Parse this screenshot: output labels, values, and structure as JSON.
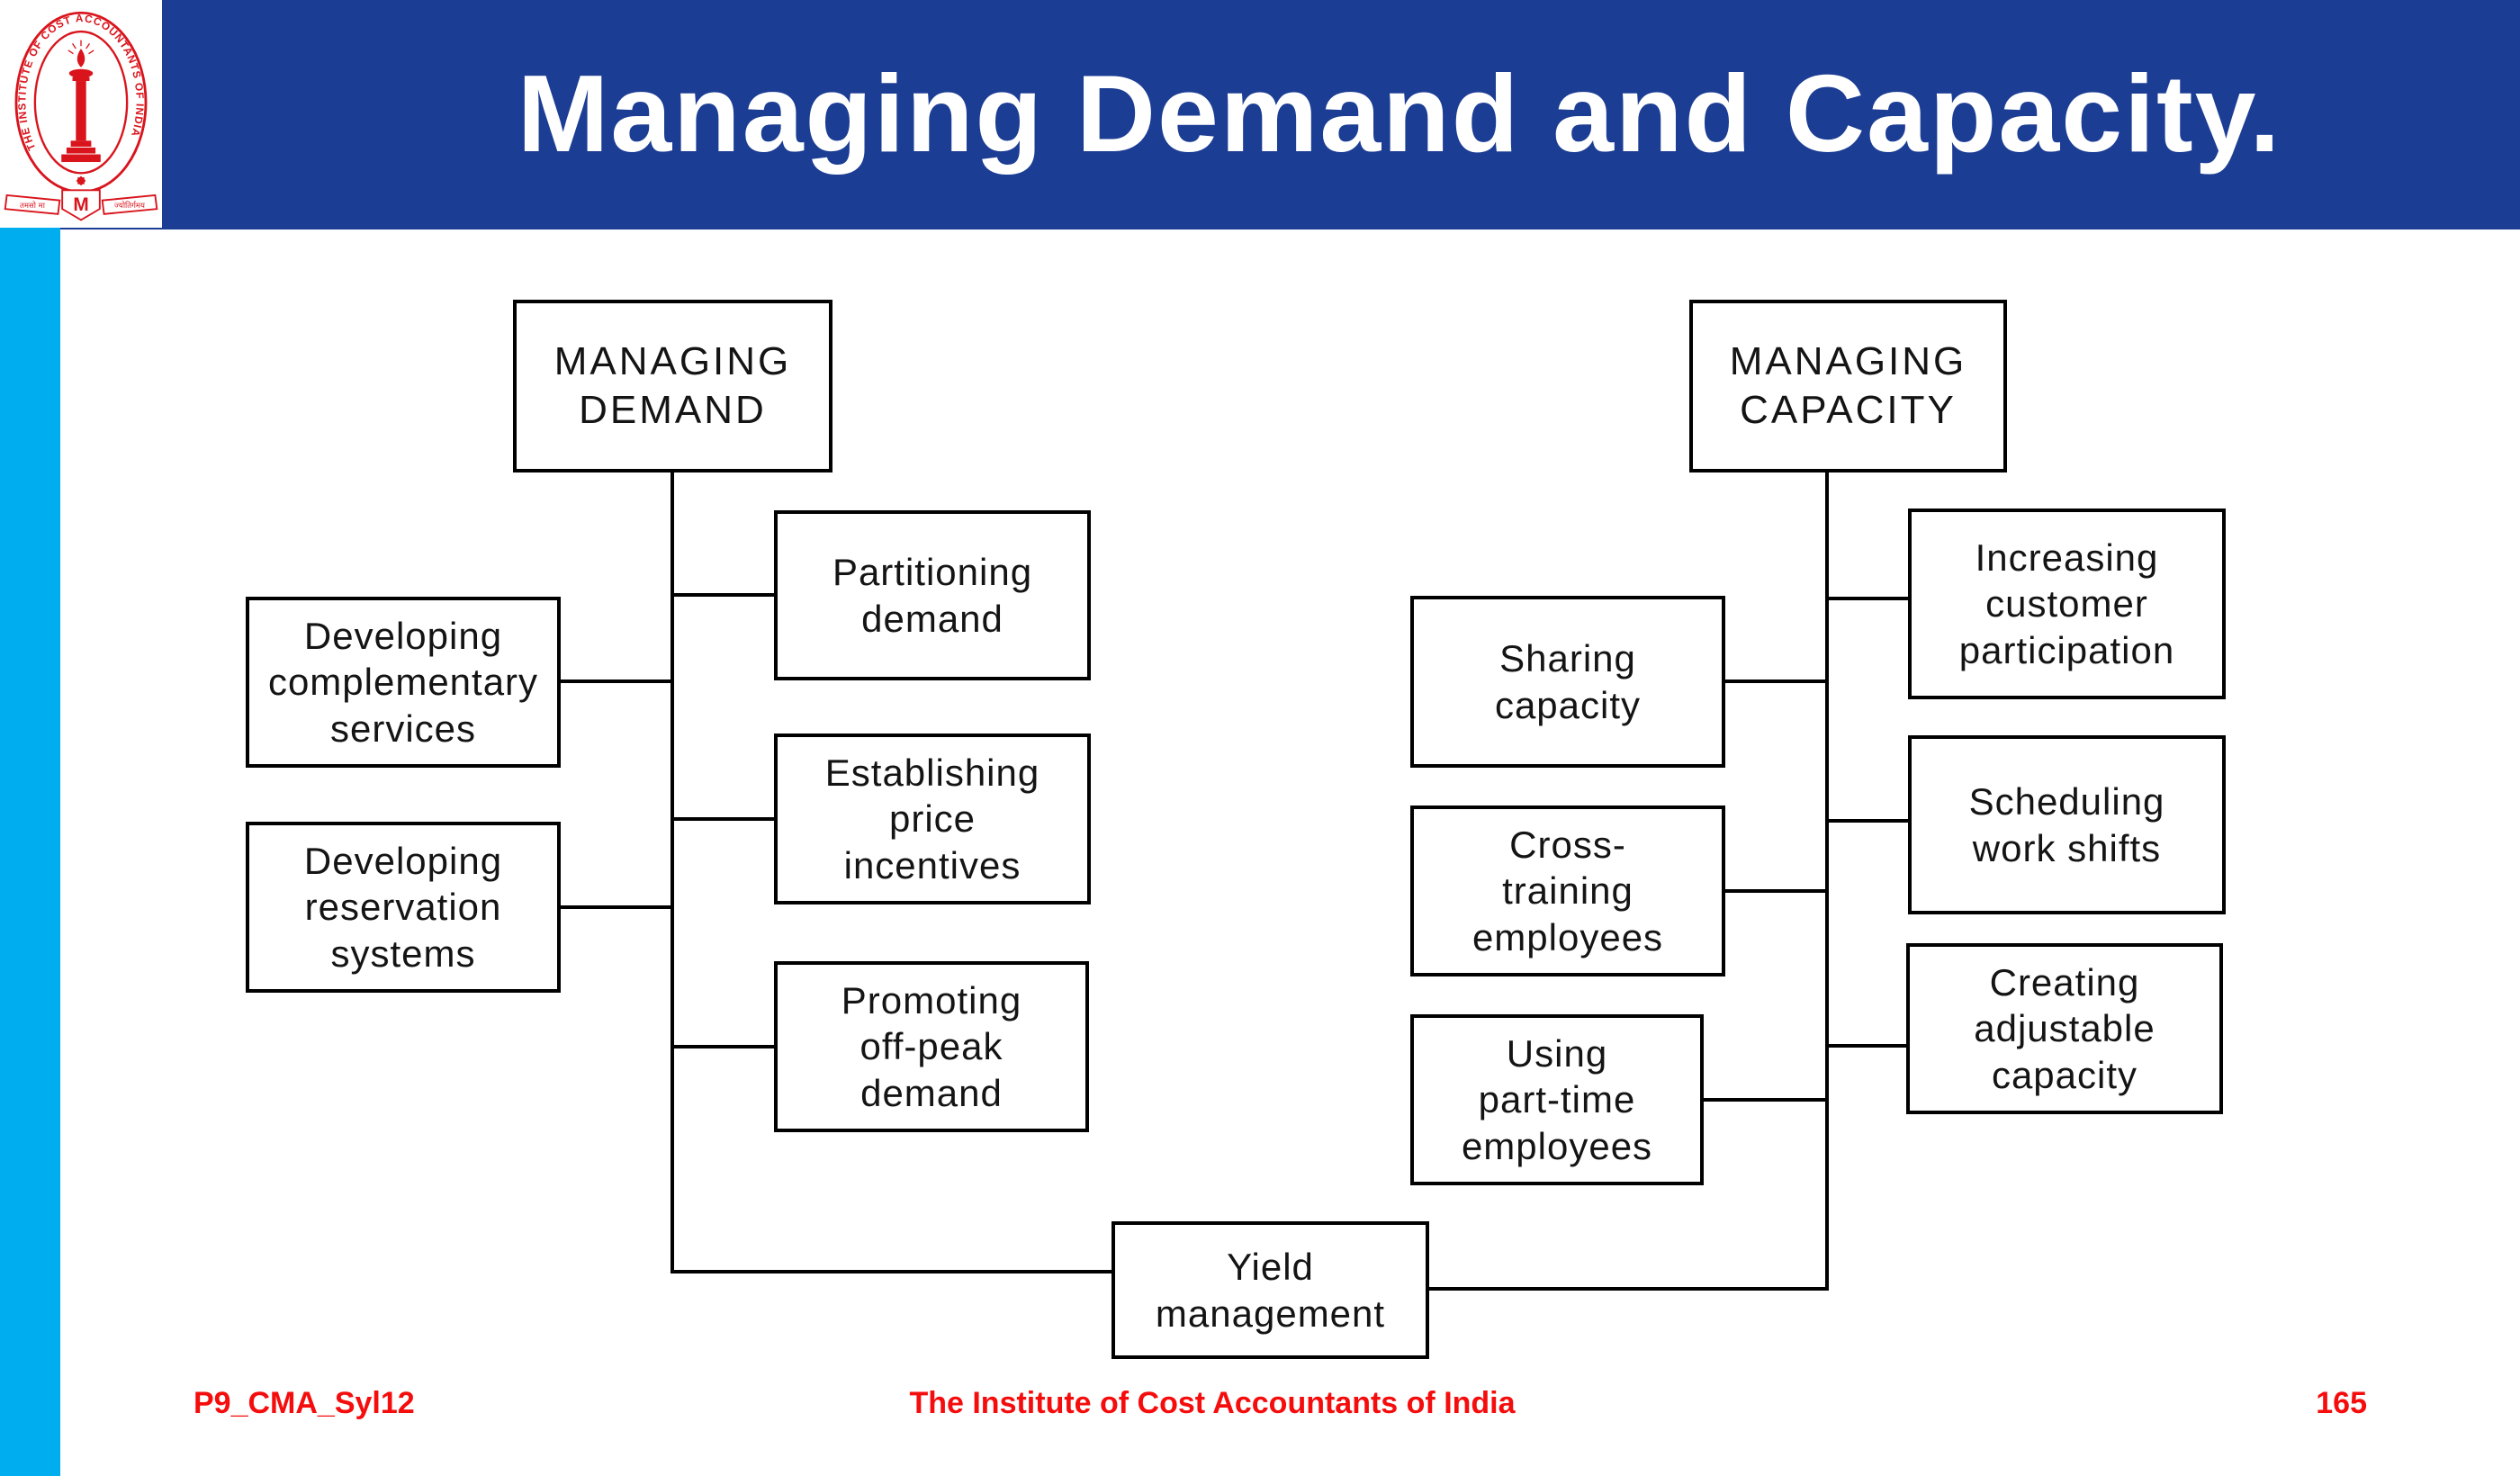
{
  "slide": {
    "title": "Managing Demand and Capacity."
  },
  "logo": {
    "ring_text": "THE INSTITUTE OF COST ACCOUNTANTS OF INDIA",
    "motto_left": "तमसो मा",
    "motto_right": "ज्योतिर्गमय",
    "monogram": "M"
  },
  "diagram": {
    "demand": {
      "root": "MANAGING\nDEMAND",
      "left": [
        "Developing\ncomplementary\nservices",
        "Developing\nreservation\nsystems"
      ],
      "right": [
        "Partitioning\ndemand",
        "Establishing\nprice\nincentives",
        "Promoting\noff-peak\ndemand"
      ]
    },
    "capacity": {
      "root": "MANAGING\nCAPACITY",
      "left": [
        "Sharing\ncapacity",
        "Cross-\ntraining\nemployees",
        "Using\npart-time\nemployees"
      ],
      "right": [
        "Increasing\ncustomer\nparticipation",
        "Scheduling\nwork shifts",
        "Creating\nadjustable\ncapacity"
      ]
    },
    "shared": "Yield\nmanagement"
  },
  "footer": {
    "course_code": "P9_CMA_Syl12",
    "institute_name": "The Institute of Cost Accountants of India",
    "page_number": "165"
  },
  "colors": {
    "header_blue": "#1c3d94",
    "strip_cyan": "#00aeef",
    "footer_red": "#f50d0d",
    "logo_red": "#d9141c",
    "line_black": "#000000"
  }
}
